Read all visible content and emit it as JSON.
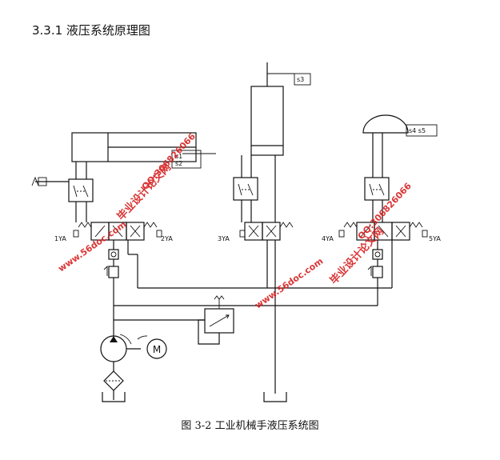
{
  "section_title": "3.3.1 液压系统原理图",
  "caption": "图 3-2  工业机械手液压系统图",
  "sensors": {
    "s1": "s1",
    "s2": "s2",
    "s3": "s3",
    "s4s5": "s4 s5"
  },
  "solenoids": {
    "ya1": "1YA",
    "ya2": "2YA",
    "ya3": "3YA",
    "ya4": "4YA",
    "ya5": "5YA"
  },
  "motor_symbol": "M",
  "watermarks": {
    "site_name": "毕业设计论文网",
    "url": "www.56doc.com",
    "qq": "QQ:306826066"
  },
  "colors": {
    "line": "#111111",
    "watermark": "#d61f1f"
  }
}
